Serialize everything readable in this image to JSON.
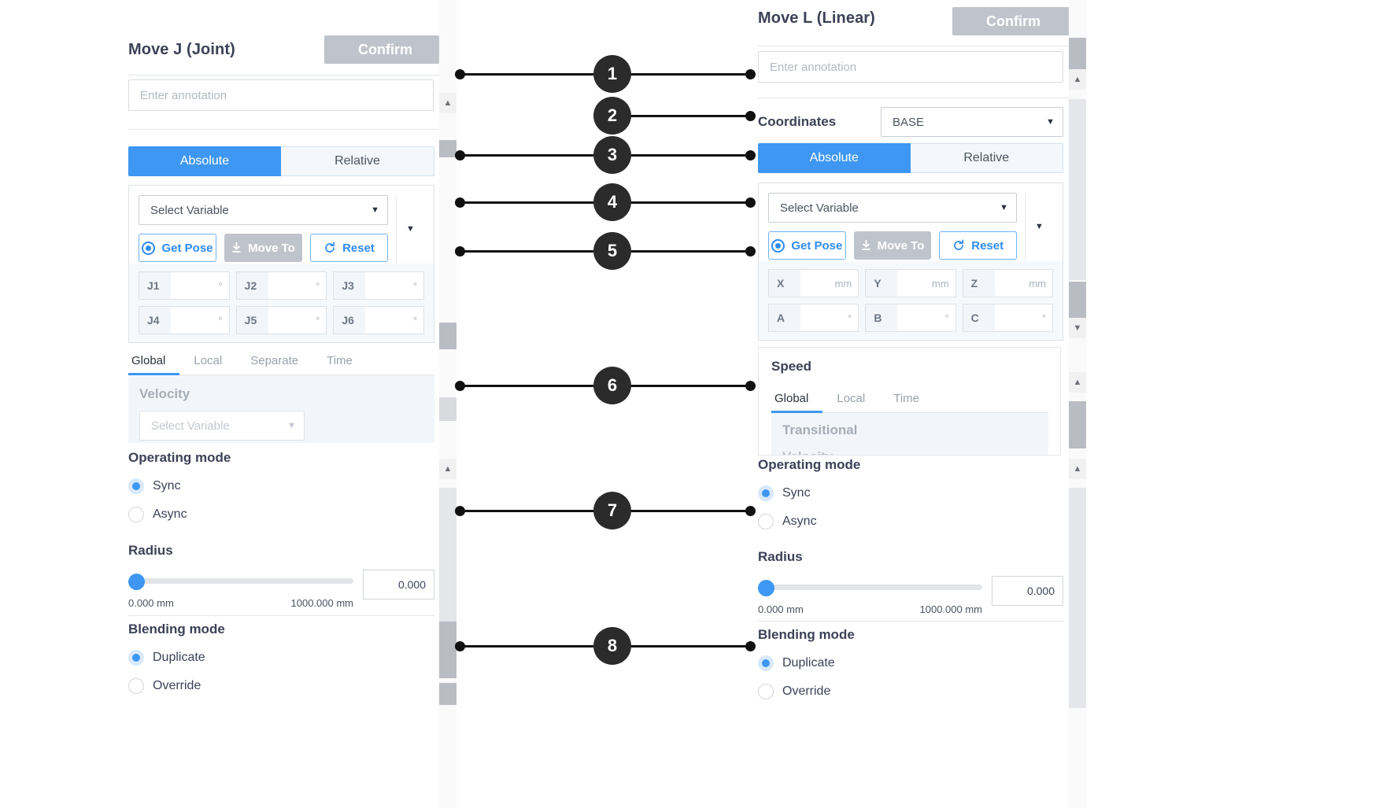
{
  "left_panel": {
    "title": "Move J (Joint)",
    "confirm_label": "Confirm",
    "annotation_placeholder": "Enter annotation",
    "mode_tabs": {
      "absolute": "Absolute",
      "relative": "Relative"
    },
    "variable_select": "Select Variable",
    "buttons": {
      "get_pose": "Get Pose",
      "move_to": "Move To",
      "reset": "Reset"
    },
    "joint_fields": [
      {
        "label": "J1",
        "value": "",
        "unit": "°"
      },
      {
        "label": "J2",
        "value": "",
        "unit": "°"
      },
      {
        "label": "J3",
        "value": "",
        "unit": "°"
      },
      {
        "label": "J4",
        "value": "",
        "unit": "°"
      },
      {
        "label": "J5",
        "value": "",
        "unit": "°"
      },
      {
        "label": "J6",
        "value": "",
        "unit": "°"
      }
    ],
    "speed_tabs": [
      "Global",
      "Local",
      "Separate",
      "Time"
    ],
    "velocity_title": "Velocity",
    "velocity_select": "Select Variable",
    "operating_mode": {
      "title": "Operating mode",
      "sync": "Sync",
      "async": "Async"
    },
    "radius": {
      "title": "Radius",
      "min_label": "0.000 mm",
      "max_label": "1000.000 mm",
      "value": "0.000"
    },
    "blending_mode": {
      "title": "Blending mode",
      "duplicate": "Duplicate",
      "override": "Override"
    }
  },
  "right_panel": {
    "title": "Move L (Linear)",
    "confirm_label": "Confirm",
    "annotation_placeholder": "Enter annotation",
    "coordinates_label": "Coordinates",
    "coordinates_value": "BASE",
    "mode_tabs": {
      "absolute": "Absolute",
      "relative": "Relative"
    },
    "variable_select": "Select Variable",
    "buttons": {
      "get_pose": "Get Pose",
      "move_to": "Move To",
      "reset": "Reset"
    },
    "pose_fields": [
      {
        "label": "X",
        "value": "",
        "unit": "mm"
      },
      {
        "label": "Y",
        "value": "",
        "unit": "mm"
      },
      {
        "label": "Z",
        "value": "",
        "unit": "mm"
      },
      {
        "label": "A",
        "value": "",
        "unit": "°"
      },
      {
        "label": "B",
        "value": "",
        "unit": "°"
      },
      {
        "label": "C",
        "value": "",
        "unit": "°"
      }
    ],
    "speed": {
      "title": "Speed",
      "tabs": [
        "Global",
        "Local",
        "Time"
      ],
      "transitional_title": "Transitional",
      "transitional_sub": "Velocity"
    },
    "operating_mode": {
      "title": "Operating mode",
      "sync": "Sync",
      "async": "Async"
    },
    "radius": {
      "title": "Radius",
      "min_label": "0.000 mm",
      "max_label": "1000.000 mm",
      "value": "0.000"
    },
    "blending_mode": {
      "title": "Blending mode",
      "duplicate": "Duplicate",
      "override": "Override"
    }
  },
  "callouts": [
    {
      "number": "1"
    },
    {
      "number": "2"
    },
    {
      "number": "3"
    },
    {
      "number": "4"
    },
    {
      "number": "5"
    },
    {
      "number": "6"
    },
    {
      "number": "7"
    },
    {
      "number": "8"
    }
  ],
  "colors": {
    "accent": "#3e97f2",
    "confirm_grey": "#bfc4cc",
    "text_dark": "#3c4257",
    "callout_dark": "#2b2b2b"
  }
}
